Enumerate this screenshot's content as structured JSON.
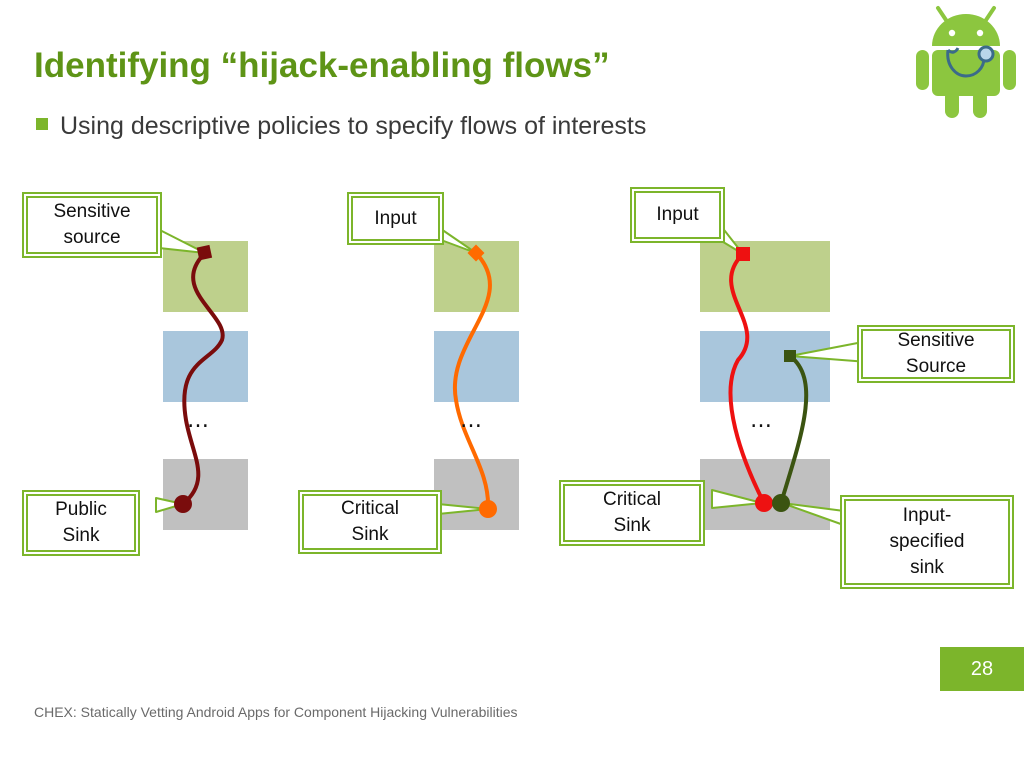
{
  "slide": {
    "title": "Identifying “hijack-enabling flows”",
    "bullet": "Using descriptive policies to specify flows of interests",
    "page_number": "28",
    "footer": "CHEX: Statically Vetting Android Apps for Component Hijacking Vulnerabilities",
    "logo_icon": "android-doctor-icon"
  },
  "colors": {
    "title_green": "#5e9416",
    "accent_green": "#7cb52b",
    "box_green": "#bed08c",
    "box_blue": "#a9c6dc",
    "box_gray": "#c0c0c0",
    "flow_dark_red": "#7a0c0c",
    "flow_orange": "#ff6a00",
    "flow_red": "#ee1111",
    "flow_dark_green": "#3b5411"
  },
  "diagrams": [
    {
      "callouts": [
        "Sensitive source",
        "Public Sink"
      ],
      "ellipsis": "…"
    },
    {
      "callouts": [
        "Input",
        "Critical Sink"
      ],
      "ellipsis": "…"
    },
    {
      "callouts": [
        "Input",
        "Sensitive Source",
        "Critical Sink",
        "Input-specified sink"
      ],
      "ellipsis": "…"
    }
  ]
}
